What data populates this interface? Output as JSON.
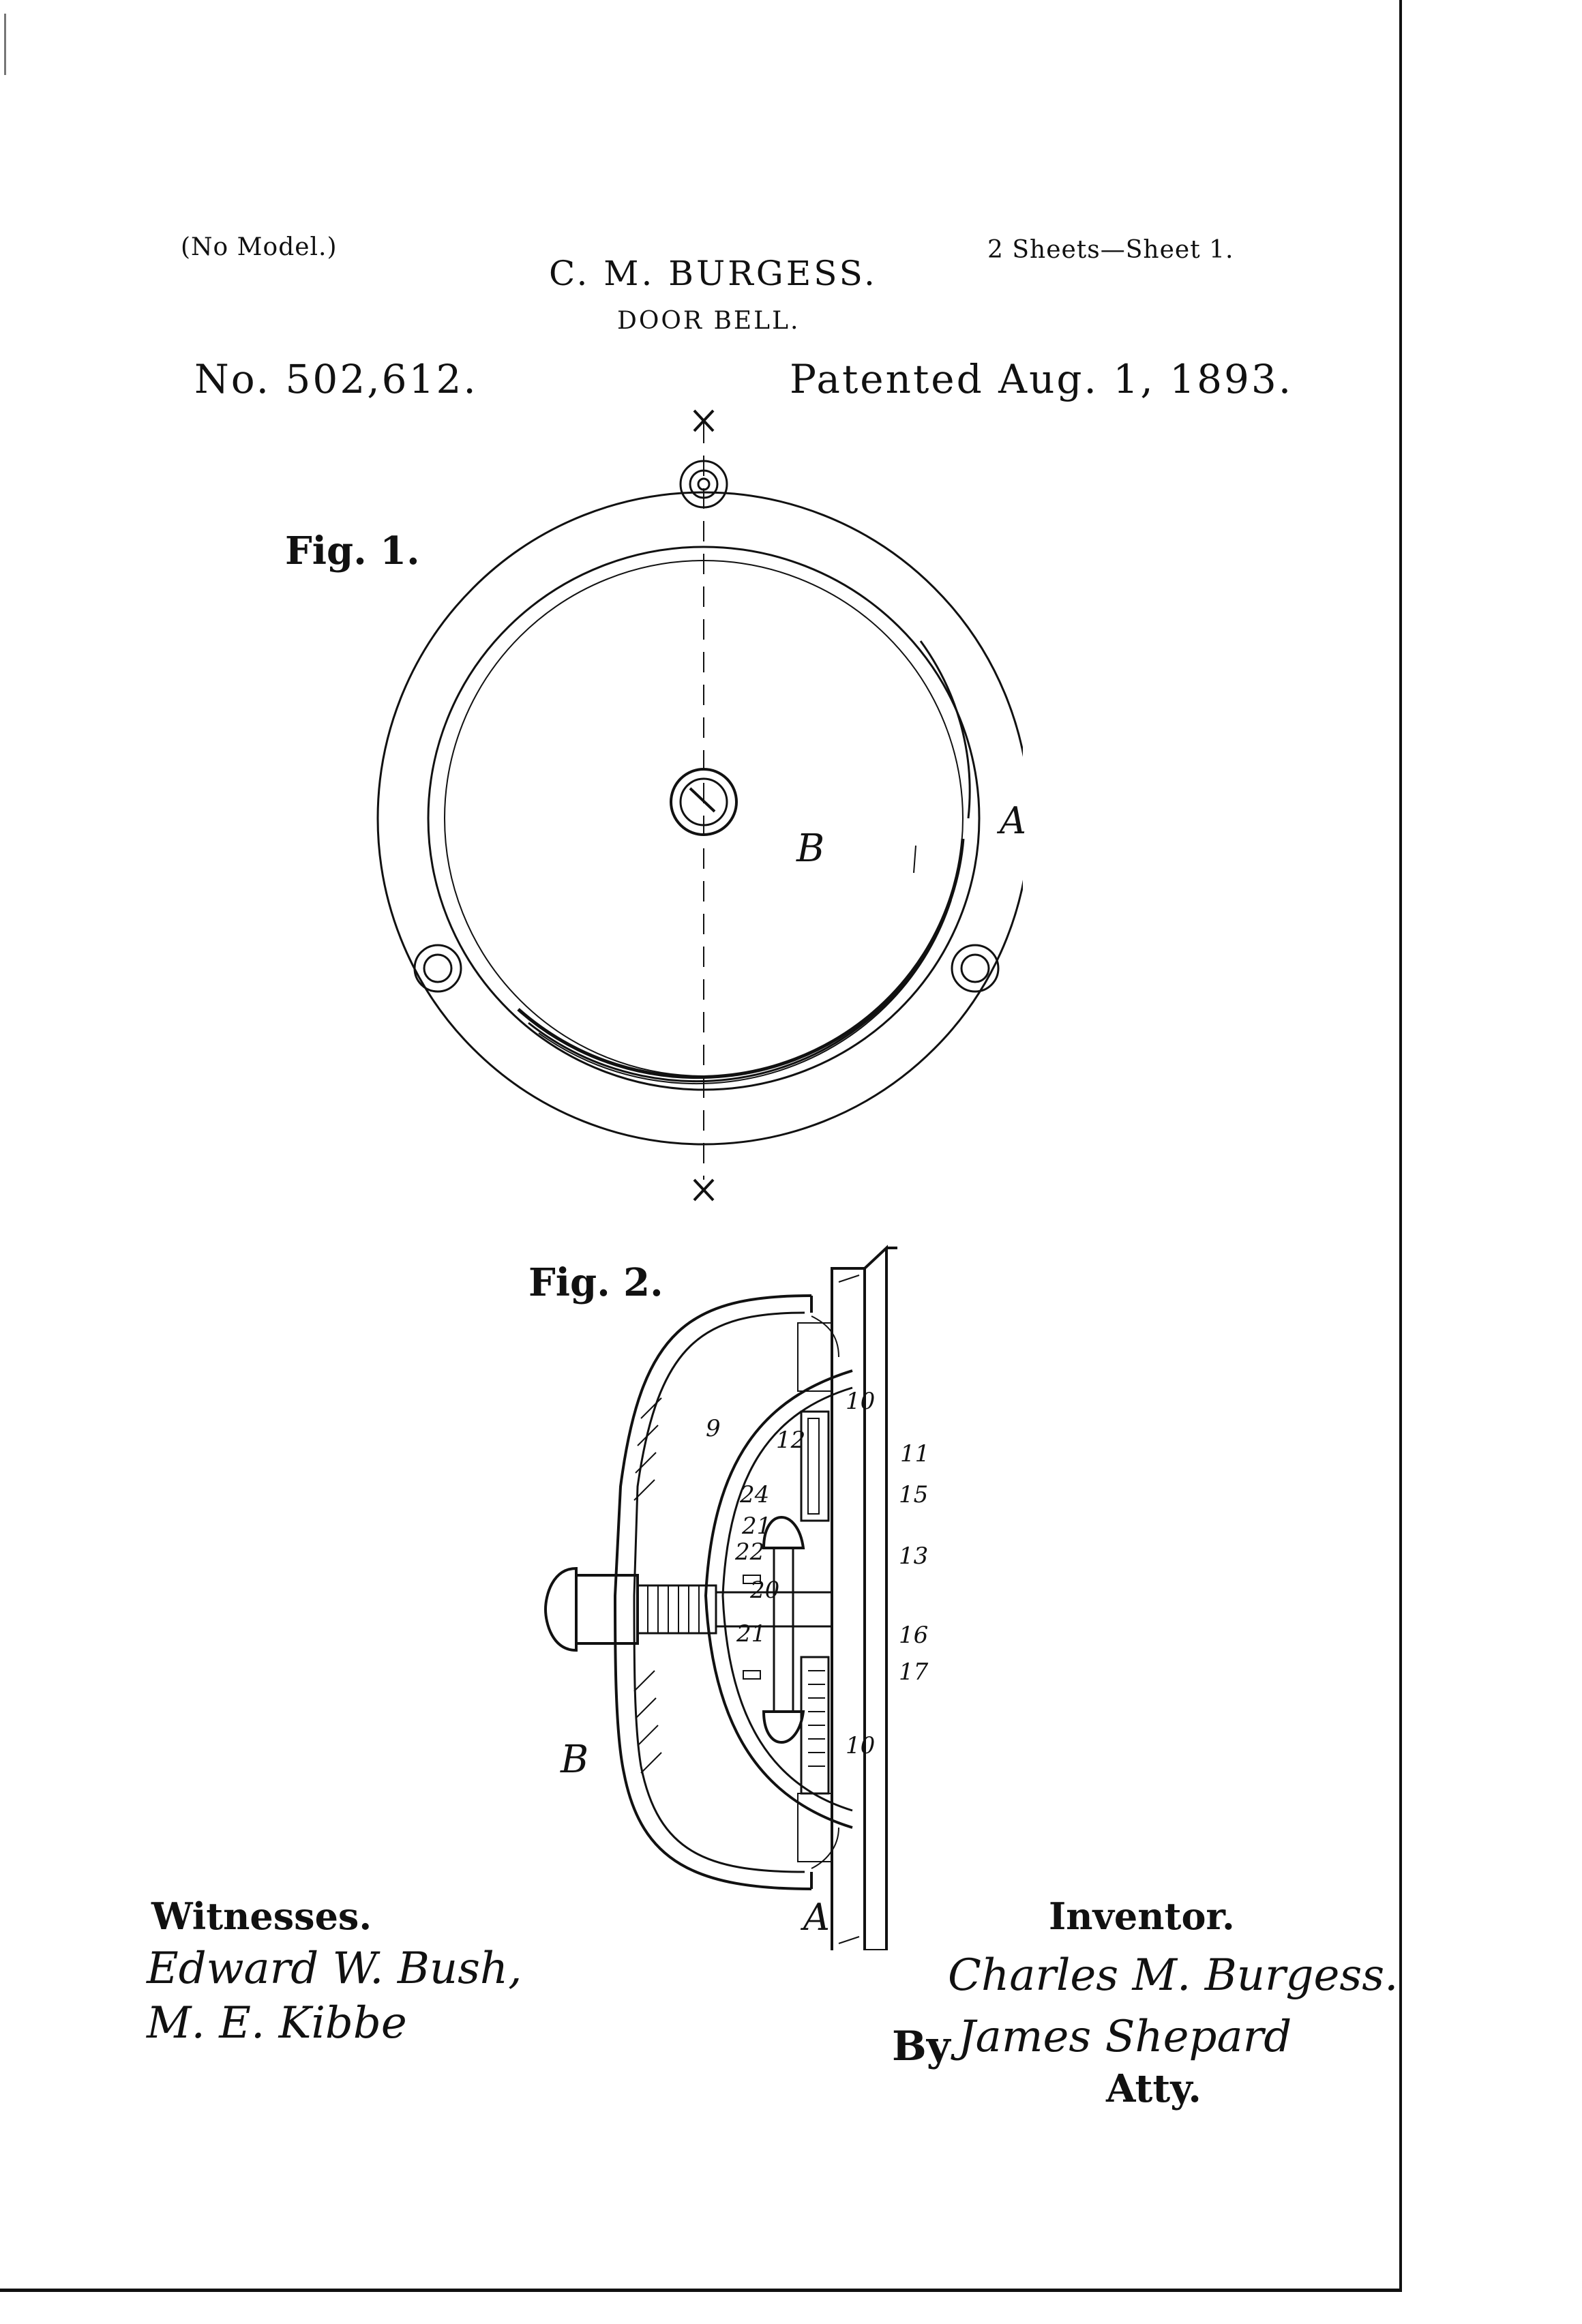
{
  "header": {
    "model_note": "(No Model.)",
    "inventor_name": "C. M. BURGESS.",
    "sheets": "2 Sheets—Sheet 1.",
    "title": "DOOR BELL.",
    "patent_number": "No. 502,612.",
    "patent_date": "Patented Aug. 1, 1893."
  },
  "figure1": {
    "label": "Fig. 1.",
    "section_mark_top": "X",
    "section_mark_bottom": "X",
    "label_bell": "B",
    "label_base": "A"
  },
  "figure2": {
    "label": "Fig. 2.",
    "label_bell": "B",
    "label_base": "A",
    "part_numbers": [
      "9",
      "10",
      "11",
      "12",
      "13",
      "15",
      "16",
      "17",
      "20",
      "21",
      "22",
      "24",
      "21",
      "10"
    ]
  },
  "witnesses": {
    "heading": "Witnesses.",
    "names": [
      "Edward W. Bush,",
      "M. E. Kibbe"
    ]
  },
  "inventor": {
    "heading": "Inventor.",
    "signature": "Charles M. Burgess.",
    "by": "By",
    "attorney": "James Shepard",
    "attorney_title": "Atty."
  }
}
